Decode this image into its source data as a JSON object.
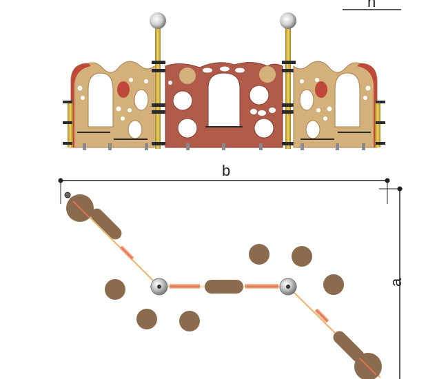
{
  "dimensions": {
    "height_label": "h",
    "width_label": "b",
    "depth_label": "a"
  },
  "colors": {
    "panel_tan": "#d4b07a",
    "panel_tan_dark": "#a8804e",
    "panel_red": "#b05a4a",
    "panel_red_dark": "#8a3e33",
    "accent_red": "#c0483a",
    "post_yellow": "#d9b84a",
    "post_yellow_dark": "#a8861c",
    "clamp_dark": "#2a2a2a",
    "sphere_silver": "#c9c9c9",
    "foot_gray": "#8a8a8a",
    "stump_brown": "#8b6b4d",
    "dim_line": "#222222"
  }
}
